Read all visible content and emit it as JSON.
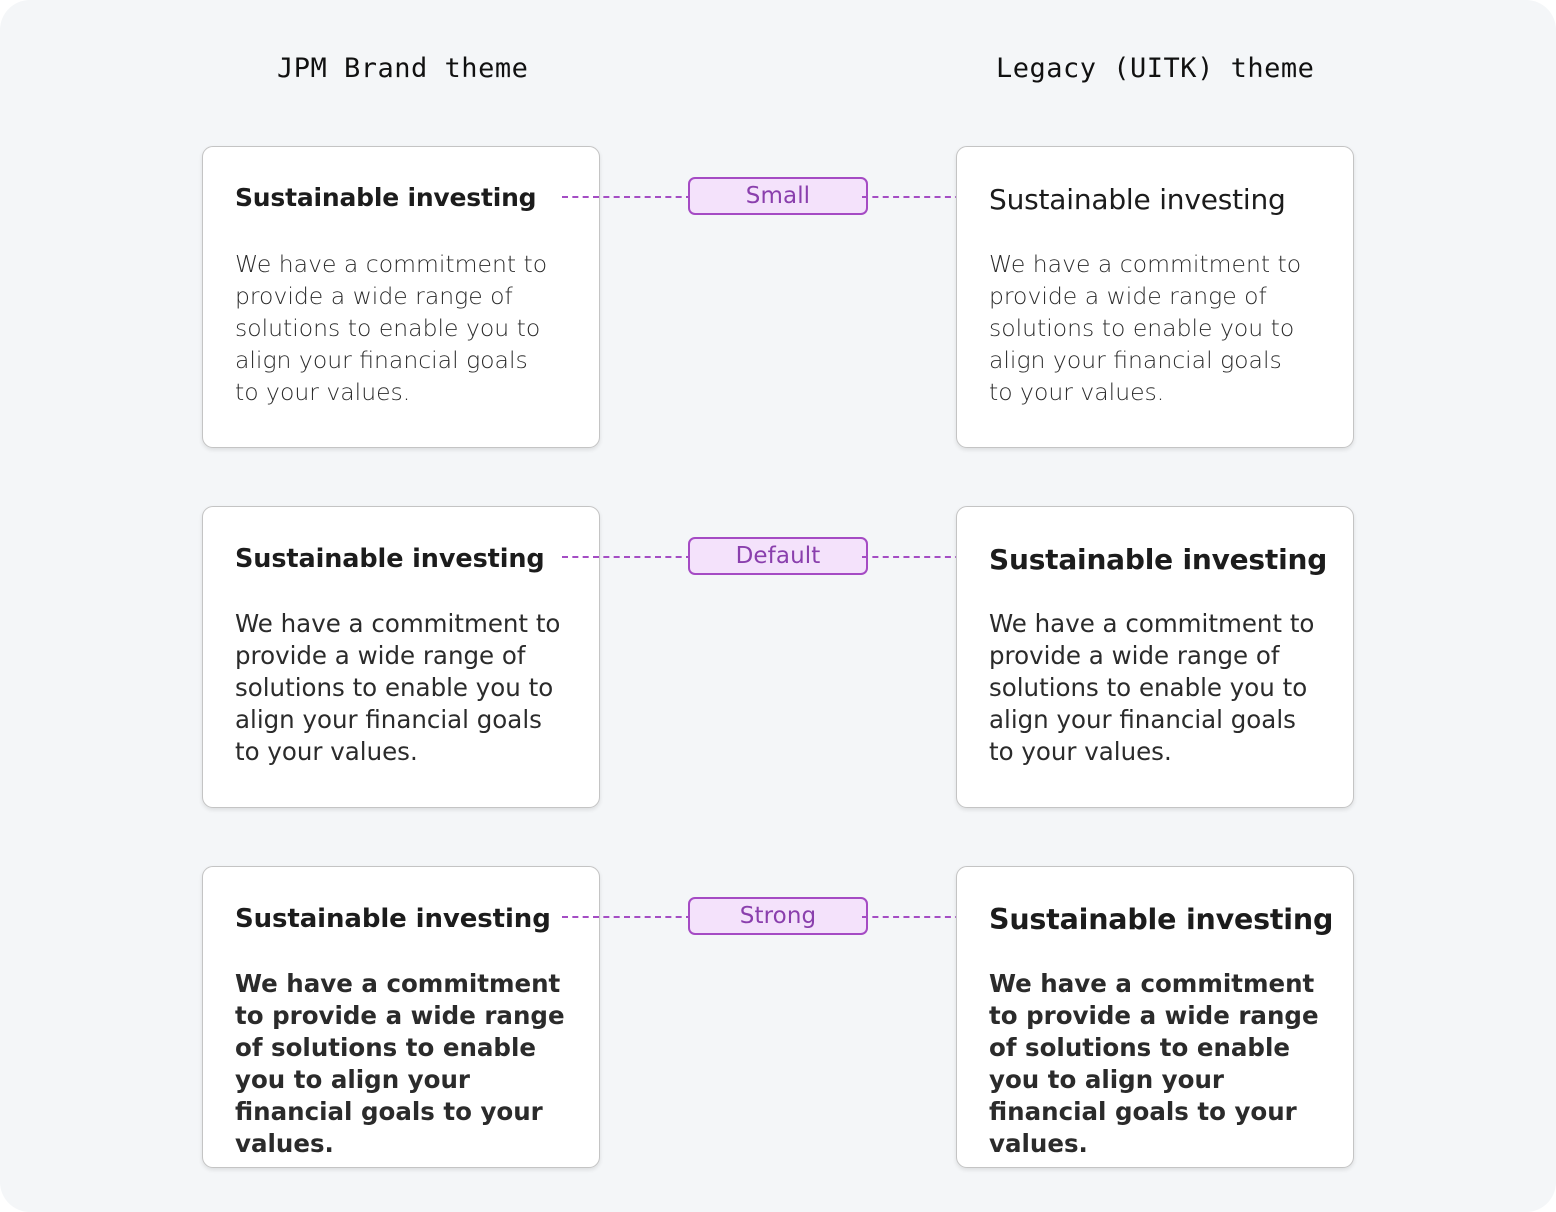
{
  "page": {
    "background_color": "#f4f6f8",
    "accent_color": "#a54bc4",
    "badge_fill_color": "#f4e2fb",
    "badge_text_color": "#8a3fad",
    "card_background_color": "#ffffff",
    "card_border_color": "#c4c4c4",
    "text_color": "#2b2b2b"
  },
  "headers": {
    "left": "JPM Brand theme",
    "right": "Legacy (UITK) theme"
  },
  "card_text": {
    "title": "Sustainable investing",
    "body": "We have a commitment to provide a wide range of solutions to enable you to align your financial goals to your values."
  },
  "rows": [
    {
      "badge": "Small",
      "left": {
        "title": "Sustainable investing",
        "body": "We have a commitment to provide a wide range of solutions to enable you to align your financial goals to your values."
      },
      "right": {
        "title": "Sustainable investing",
        "body": "We have a commitment to provide a wide range of solutions to enable you to align your financial goals to your values."
      }
    },
    {
      "badge": "Default",
      "left": {
        "title": "Sustainable investing",
        "body": "We have a commitment to provide a wide range of solutions to enable you to align your financial goals to your values."
      },
      "right": {
        "title": "Sustainable investing",
        "body": "We have a commitment to provide a wide range of solutions to enable you to align your financial goals to your values."
      }
    },
    {
      "badge": "Strong",
      "left": {
        "title": "Sustainable investing",
        "body": "We have a commitment to provide a wide range of solutions to enable you to align your financial goals to your values."
      },
      "right": {
        "title": "Sustainable investing",
        "body": "We have a commitment to provide a wide range of solutions to enable you to align your financial goals to your values."
      }
    }
  ]
}
